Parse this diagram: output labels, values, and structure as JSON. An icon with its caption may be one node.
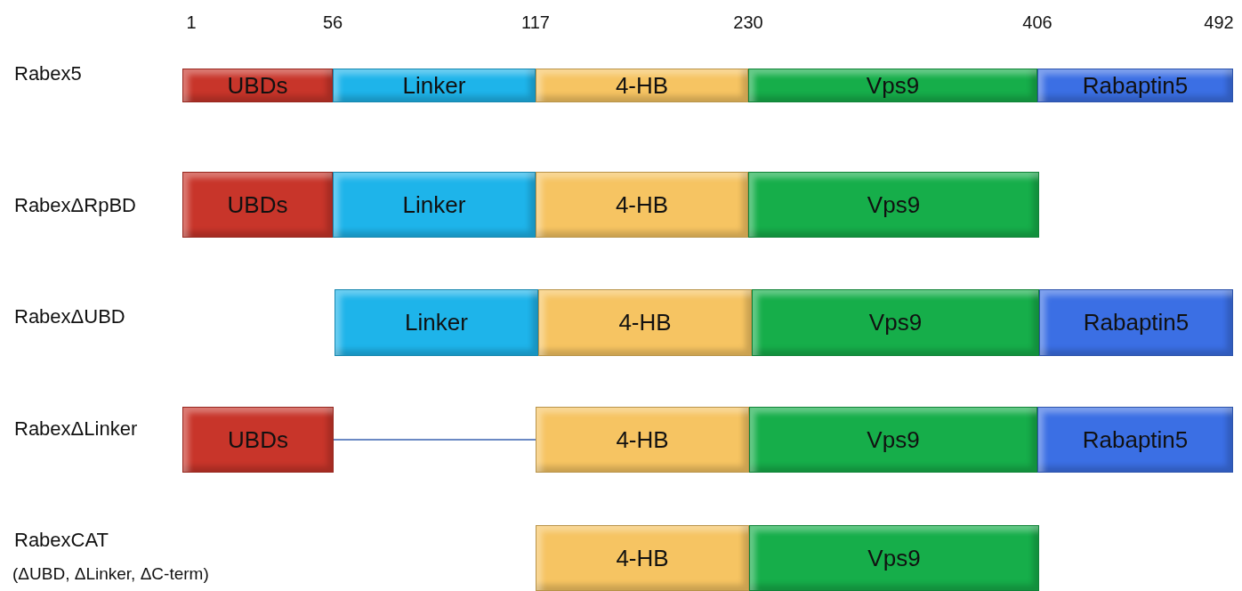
{
  "diagram": {
    "nodes": [
      {
        "text": [
          "UBDs"
        ]
      },
      {
        "text": [
          "Linker"
        ]
      },
      {
        "text": [
          "4-HB"
        ]
      },
      {
        "text": [
          "Vps9"
        ]
      },
      {
        "text": [
          "Rabaptin5"
        ]
      },
      {
        "text": [
          "UBDs"
        ]
      },
      {
        "text": [
          "Linker"
        ]
      },
      {
        "text": [
          "4-HB"
        ]
      },
      {
        "text": [
          "Vps9"
        ]
      },
      {
        "text": [
          "Linker"
        ]
      },
      {
        "text": [
          "4-HB"
        ]
      },
      {
        "text": [
          "Vps9"
        ]
      },
      {
        "text": [
          "Rabaptin5"
        ]
      },
      {
        "text": [
          "UBDs"
        ]
      },
      {
        "text": [
          "4-HB"
        ]
      },
      {
        "text": [
          "Vps9"
        ]
      },
      {
        "text": [
          "Rabaptin5"
        ]
      },
      {
        "text": [
          "4-HB"
        ]
      },
      {
        "text": [
          "Vps9"
        ]
      }
    ],
    "edges": [
      {
        "from": 13,
        "to": 14,
        "arrow": "none",
        "color": "#3a62b0"
      }
    ],
    "labels": [
      "1",
      "56",
      "117",
      "230",
      "406",
      "492",
      "Rabex5",
      "RabexΔRpBD",
      "RabexΔUBD",
      "RabexΔLinker",
      "RabexCAT",
      "(ΔUBD, ΔLinker, ΔC-term)"
    ]
  }
}
